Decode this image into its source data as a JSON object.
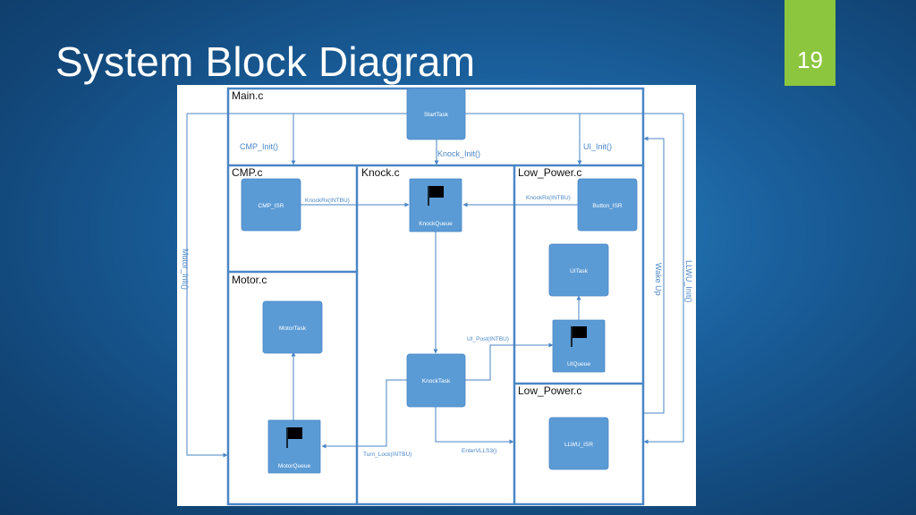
{
  "slide": {
    "title": "System Block Diagram",
    "page_number": "19"
  },
  "diagram": {
    "regions": {
      "main": "Main.c",
      "cmp": "CMP.c",
      "knock": "Knock.c",
      "low_power_top": "Low_Power.c",
      "motor": "Motor.c",
      "low_power_bottom": "Low_Power.c"
    },
    "blocks": {
      "start_task": "StartTask",
      "cmp_isr": "CMP_ISR",
      "knock_queue": "KnockQueue",
      "button_isr": "Button_ISR",
      "ui_task": "UITask",
      "ui_queue": "UIQueue",
      "motor_task": "MotorTask",
      "knock_task": "KnockTask",
      "motor_queue": "MotorQueue",
      "llwu_isr": "LLWU_ISR"
    },
    "edges": {
      "cmp_init": "CMP_Init()",
      "knock_init": "Knock_Init()",
      "ui_init": "UI_Init()",
      "motor_init": "Motor_Init()",
      "wake_up": "Wake Up",
      "llwu_init": "LLWU_Init()",
      "knockrx_cmp": "KnockRx(INTBU)",
      "knockrx_button": "KnockRx(INTBU)",
      "ui_post": "UI_Post(INTBU)",
      "turn_lock": "Turn_Lock(INTBU)",
      "enter_vlls3": "EnterVLLS3()"
    },
    "colors": {
      "block_fill": "#5b9bd5",
      "line": "#4a86c6",
      "region_border": "#4a86c6",
      "flag": "#000000"
    }
  }
}
